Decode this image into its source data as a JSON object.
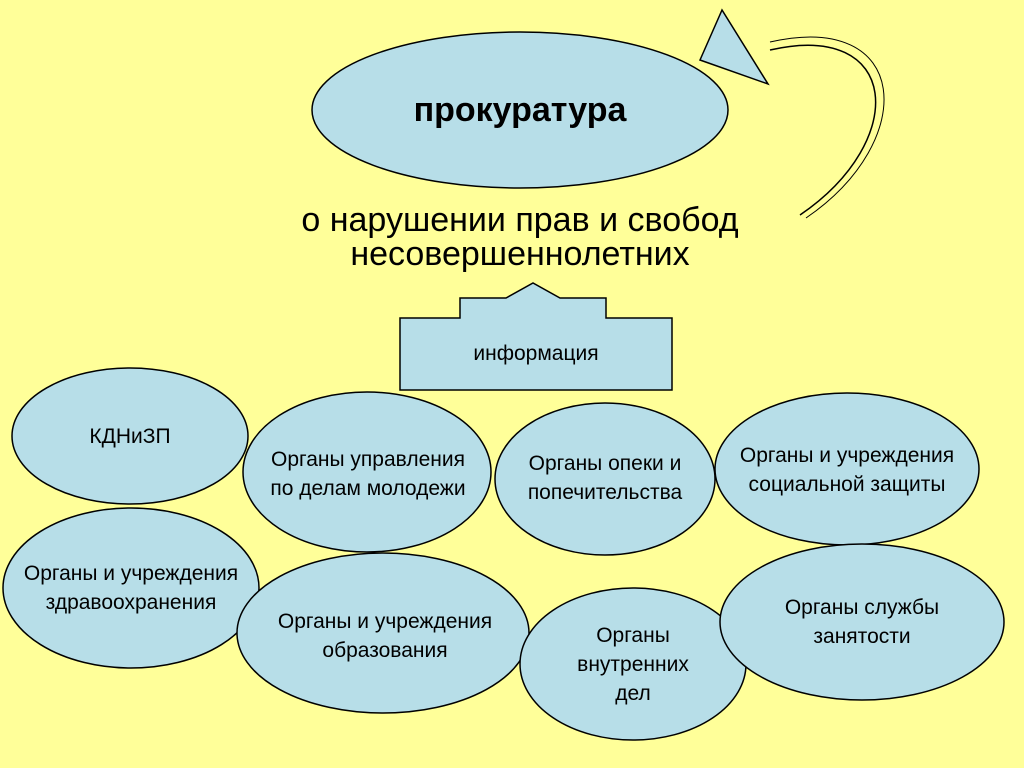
{
  "diagram": {
    "title": "прокуратура",
    "subtitle": "о нарушении прав и свобод\nнесовершеннолетних",
    "arrow_label": "информация",
    "nodes": [
      {
        "label": "КДНиЗП"
      },
      {
        "label": "Органы управления\nпо делам молодежи"
      },
      {
        "label": "Органы опеки и\nпопечительства"
      },
      {
        "label": "Органы и учреждения\nсоциальной защиты"
      },
      {
        "label": "Органы и учреждения\nздравоохранения"
      },
      {
        "label": "Органы и учреждения\nобразования"
      },
      {
        "label": "Органы\nвнутренних\nдел"
      },
      {
        "label": "Органы службы\nзанятости"
      }
    ],
    "colors": {
      "background": "#FFFF99",
      "shape_fill": "#B7DEE8",
      "stroke": "#000000"
    }
  }
}
